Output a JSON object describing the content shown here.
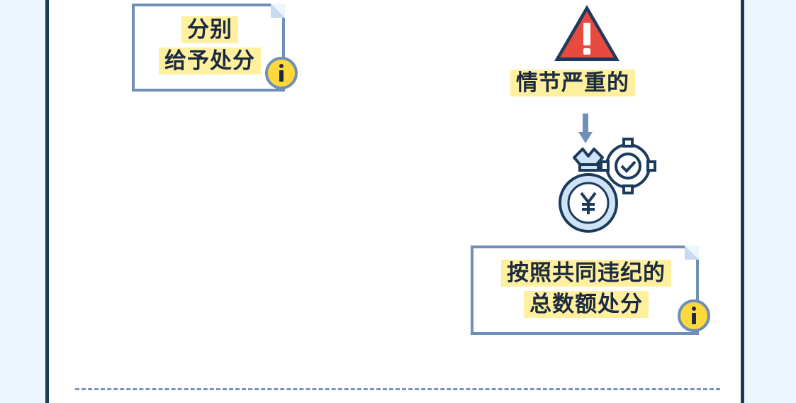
{
  "left_note": {
    "line1": "分别",
    "line2": "给予处分"
  },
  "warning": {
    "label": "情节严重的"
  },
  "right_note": {
    "line1": "按照共同违纪的",
    "line2": "总数额处分"
  },
  "icons": {
    "warning": "warning-triangle-icon",
    "arrow": "arrow-down-icon",
    "money": "money-bag-yen-icon",
    "gear": "gear-check-icon",
    "info": "info-icon"
  },
  "colors": {
    "highlight": "#fff0a0",
    "frame": "#1c3a5c",
    "note_border": "#6f8fb8",
    "warning_red": "#e84a3f",
    "info_yellow": "#ffd93b"
  }
}
